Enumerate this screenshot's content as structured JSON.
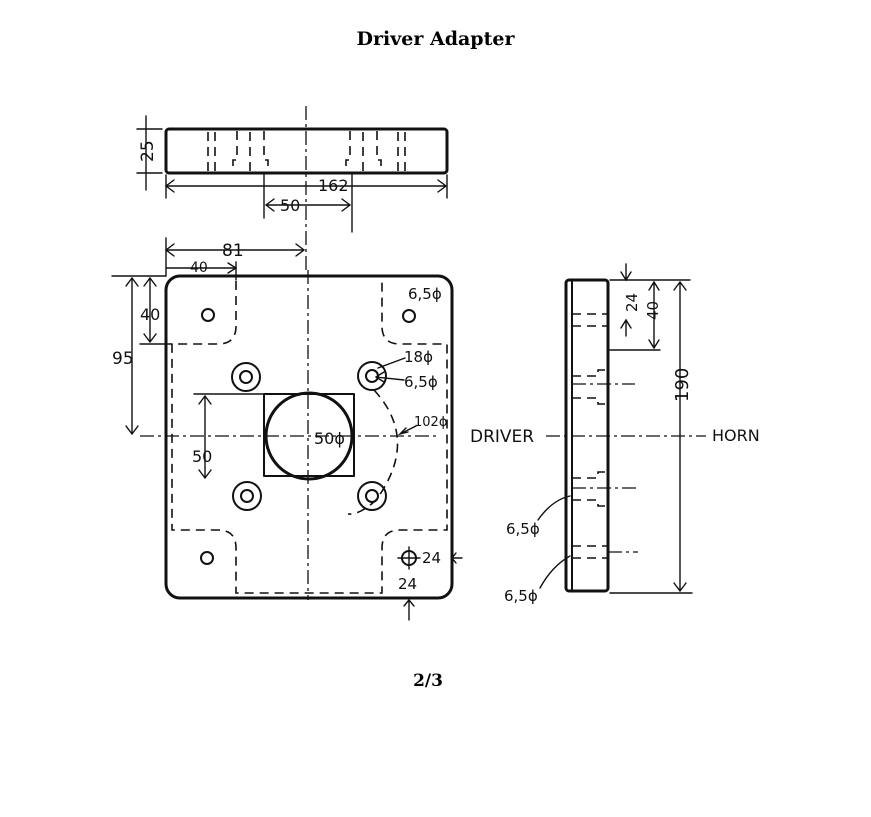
{
  "document": {
    "title": "Driver Adapter",
    "page_number": "2/3"
  },
  "drawing": {
    "top_view": {
      "dim_thickness": "25",
      "dim_length": "162",
      "dim_spacing": "50"
    },
    "front_view": {
      "dim_center_x": "81",
      "dim_hole_x": "40",
      "dim_hole_y": "40",
      "dim_center_y": "95",
      "dim_corner_hole": "6,5ϕ",
      "dim_counterbore": "18ϕ",
      "dim_through_hole": "6,5ϕ",
      "dim_bolt_circle": "102ϕ",
      "dim_bore": "50ϕ",
      "dim_offset": "50",
      "dim_corner_x": "24",
      "dim_corner_y": "24"
    },
    "side_view": {
      "dim_24": "24",
      "dim_40": "40",
      "dim_height": "190",
      "label_driver": "DRIVER",
      "label_horn": "HORN",
      "dim_hole_a": "6,5ϕ",
      "dim_hole_b": "6,5ϕ"
    }
  }
}
